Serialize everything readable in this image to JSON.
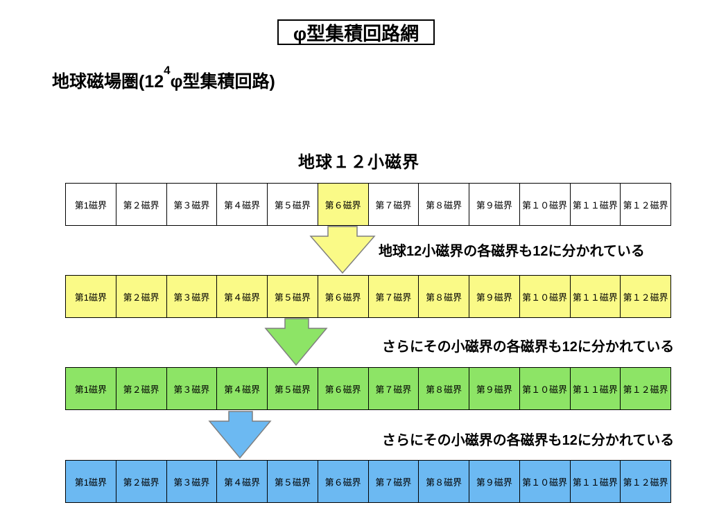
{
  "title": "φ型集積回路網",
  "subtitle": {
    "prefix": "地球磁場圏(12",
    "exponent": "4",
    "suffix": "φ型集積回路)"
  },
  "heading": "地球１２小磁界",
  "cell_labels": [
    "第1磁界",
    "第２磁界",
    "第３磁界",
    "第４磁界",
    "第５磁界",
    "第６磁界",
    "第７磁界",
    "第８磁界",
    "第９磁界",
    "第１０磁界",
    "第１１磁界",
    "第１２磁界"
  ],
  "colors": {
    "yellow": "#FAFA87",
    "green": "#8DE466",
    "blue": "#6CB9F2",
    "white": "#FFFFFF",
    "arrow_outline": "#7F7F7F",
    "cell_border": "#000000"
  },
  "rows": [
    {
      "name": "earth-12-fields-row",
      "fill": "#FFFFFF",
      "highlight_index": 5,
      "highlight_fill": "#FAFA87"
    },
    {
      "name": "second-level-fields-row",
      "fill": "#FAFA87",
      "highlight_index": -1,
      "highlight_fill": ""
    },
    {
      "name": "third-level-fields-row",
      "fill": "#8DE466",
      "highlight_index": -1,
      "highlight_fill": ""
    },
    {
      "name": "fourth-level-fields-row",
      "fill": "#6CB9F2",
      "highlight_index": -1,
      "highlight_fill": ""
    }
  ],
  "arrows": [
    {
      "name": "yellow-down-arrow",
      "color": "#FAFA87"
    },
    {
      "name": "green-down-arrow",
      "color": "#8DE466"
    },
    {
      "name": "blue-down-arrow",
      "color": "#6CB9F2"
    }
  ],
  "annotations": [
    {
      "text": "地球12小磁界の各磁界も12に分かれている"
    },
    {
      "text": "さらにその小磁界の各磁界も12に分かれている"
    },
    {
      "text": "さらにその小磁界の各磁界も12に分かれている"
    }
  ]
}
